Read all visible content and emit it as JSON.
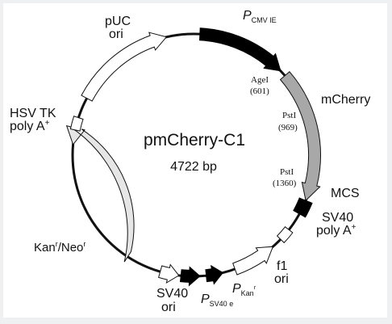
{
  "plasmid": {
    "name": "pmCherry-C1",
    "size": "4722 bp"
  },
  "labels": {
    "p_cmv": "P",
    "p_cmv_sub": "CMV IE",
    "mcherry": "mCherry",
    "agei_name": "AgeI",
    "agei_pos": "(601)",
    "psti1_name": "PstI",
    "psti1_pos": "(969)",
    "psti2_name": "PstI",
    "psti2_pos": "(1360)",
    "mcs": "MCS",
    "sv40_polya_1": "SV40",
    "sv40_polya_2": "poly A",
    "sv40_polya_sup": "+",
    "f1_1": "f1",
    "f1_2": "ori",
    "p_kan": "P",
    "p_kan_sub": "Kan",
    "p_kan_sup": "r",
    "p_sv40": "P",
    "p_sv40_sub": "SV40 e",
    "sv40ori_1": "SV40",
    "sv40ori_2": "ori",
    "kan_1": "Kan",
    "kan_sup1": "r",
    "kan_2": "/Neo",
    "kan_sup2": "r",
    "hsv_1": "HSV TK",
    "hsv_2": "poly A",
    "hsv_sup": "+",
    "puc_1": "pUC",
    "puc_2": "ori"
  },
  "colors": {
    "backbone": "#111111",
    "mcherry_fill": "#a8a8a8",
    "kan_fill": "#e6e6e6",
    "ori_fill": "#ffffff",
    "promoter_fill": "#000000"
  }
}
